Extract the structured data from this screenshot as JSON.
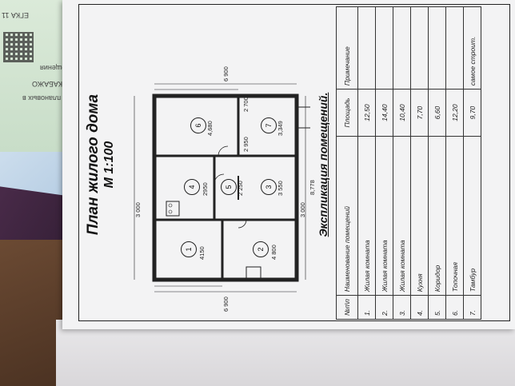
{
  "plan": {
    "title": "План жилого дома",
    "scale": "М 1:100",
    "rooms": [
      {
        "num": "1",
        "width": "4150"
      },
      {
        "num": "2",
        "width": "4 800"
      },
      {
        "num": "3",
        "width": "3 550"
      },
      {
        "num": "4",
        "width": "2950"
      },
      {
        "num": "5",
        "width": "2 250"
      },
      {
        "num": "6",
        "width": "4,680"
      },
      {
        "num": "7",
        "width": "3,349"
      }
    ],
    "dims": {
      "overall_width": "8,778",
      "depth_top": "6 900",
      "depth_bottom": "6 900",
      "row1_depth": "3 000",
      "row1_depth_bottom": "3 000",
      "room3_depth": "2 950",
      "room7_depth": "2 700"
    }
  },
  "explication": {
    "title": "Экспликация помещений.",
    "headers": [
      "№п\\п",
      "Наименование помещений",
      "Площадь",
      "Примечание"
    ],
    "rows": [
      {
        "n": "1.",
        "name": "Жилая комната",
        "area": "12,50",
        "note": ""
      },
      {
        "n": "2.",
        "name": "Жилая комната",
        "area": "14,40",
        "note": ""
      },
      {
        "n": "3.",
        "name": "Жилая комната",
        "area": "10,40",
        "note": ""
      },
      {
        "n": "4.",
        "name": "Кухня",
        "area": "7,70",
        "note": ""
      },
      {
        "n": "5.",
        "name": "Коридор",
        "area": "6,60",
        "note": ""
      },
      {
        "n": "6.",
        "name": "Топочная",
        "area": "12,20",
        "note": ""
      },
      {
        "n": "7.",
        "name": "Тамбур",
        "area": "9,70",
        "note": "самое строит."
      }
    ]
  },
  "background": {
    "doc_lines": [
      "ЕГКА 11",
      "плановых в",
      "ОКАБАЖО",
      "помещения"
    ]
  }
}
